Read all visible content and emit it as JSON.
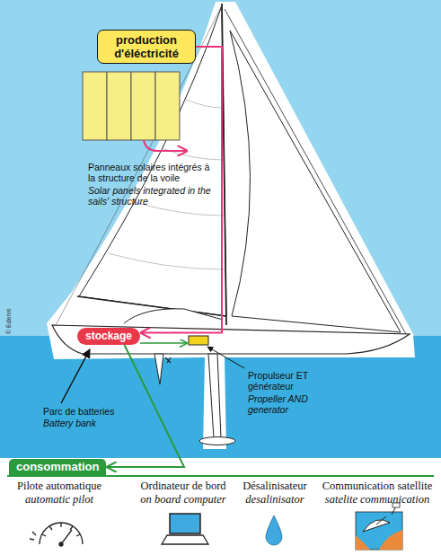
{
  "diagram": {
    "nodes": [
      {
        "text": [
          "production d'éléctricité"
        ]
      },
      {
        "text": [
          "stockage"
        ]
      },
      {
        "text": [
          "consommation"
        ]
      }
    ],
    "edges": [
      {
        "from": 0,
        "to": 1,
        "arrow": "to"
      },
      {
        "from": 1,
        "to": 2,
        "arrow": "to"
      }
    ],
    "labels": [
      "Panneaux solaires intégrés à la structure de la voile",
      "Solar panels integrated in the sails' structure",
      "Parc de batteries",
      "Battery bank",
      "Propulseur ET générateur",
      "Propeller AND generator",
      "Pilote automatique",
      "automatic pilot",
      "Ordinateur de bord",
      "on board computer",
      "Désalinisateur",
      "desalinisator",
      "Communication satellite",
      "satelite communication",
      "© Edenis"
    ]
  }
}
